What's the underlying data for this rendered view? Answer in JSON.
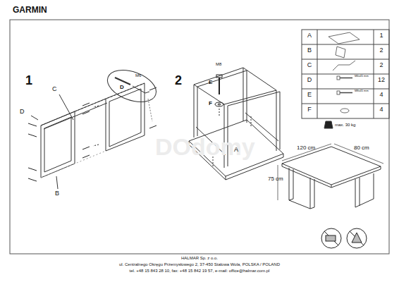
{
  "diagram": {
    "title": "GARMIN",
    "labels": [
      "1",
      "C",
      "D",
      "M6",
      "D",
      "B",
      "2",
      "M8",
      "E",
      "F",
      "A",
      "A",
      "1",
      "B",
      "2",
      "C",
      "2",
      "D",
      "M6x45 mm",
      "12",
      "E",
      "M8x45 mm",
      "4",
      "F",
      "4",
      "max. 30 kg",
      "120 cm",
      "80 cm",
      "75 cm",
      "HALMAR Sp. z o.o.",
      "ul. Centralnego Okręgu Przemysłowego 2, 37-450 Stalowa Wola, POLSKA / POLAND",
      "tel. +48 15 843 28 10, fax: +48 15 842 19 57, e-mail: office@halmar.com.pl",
      "DOdomy"
    ]
  }
}
